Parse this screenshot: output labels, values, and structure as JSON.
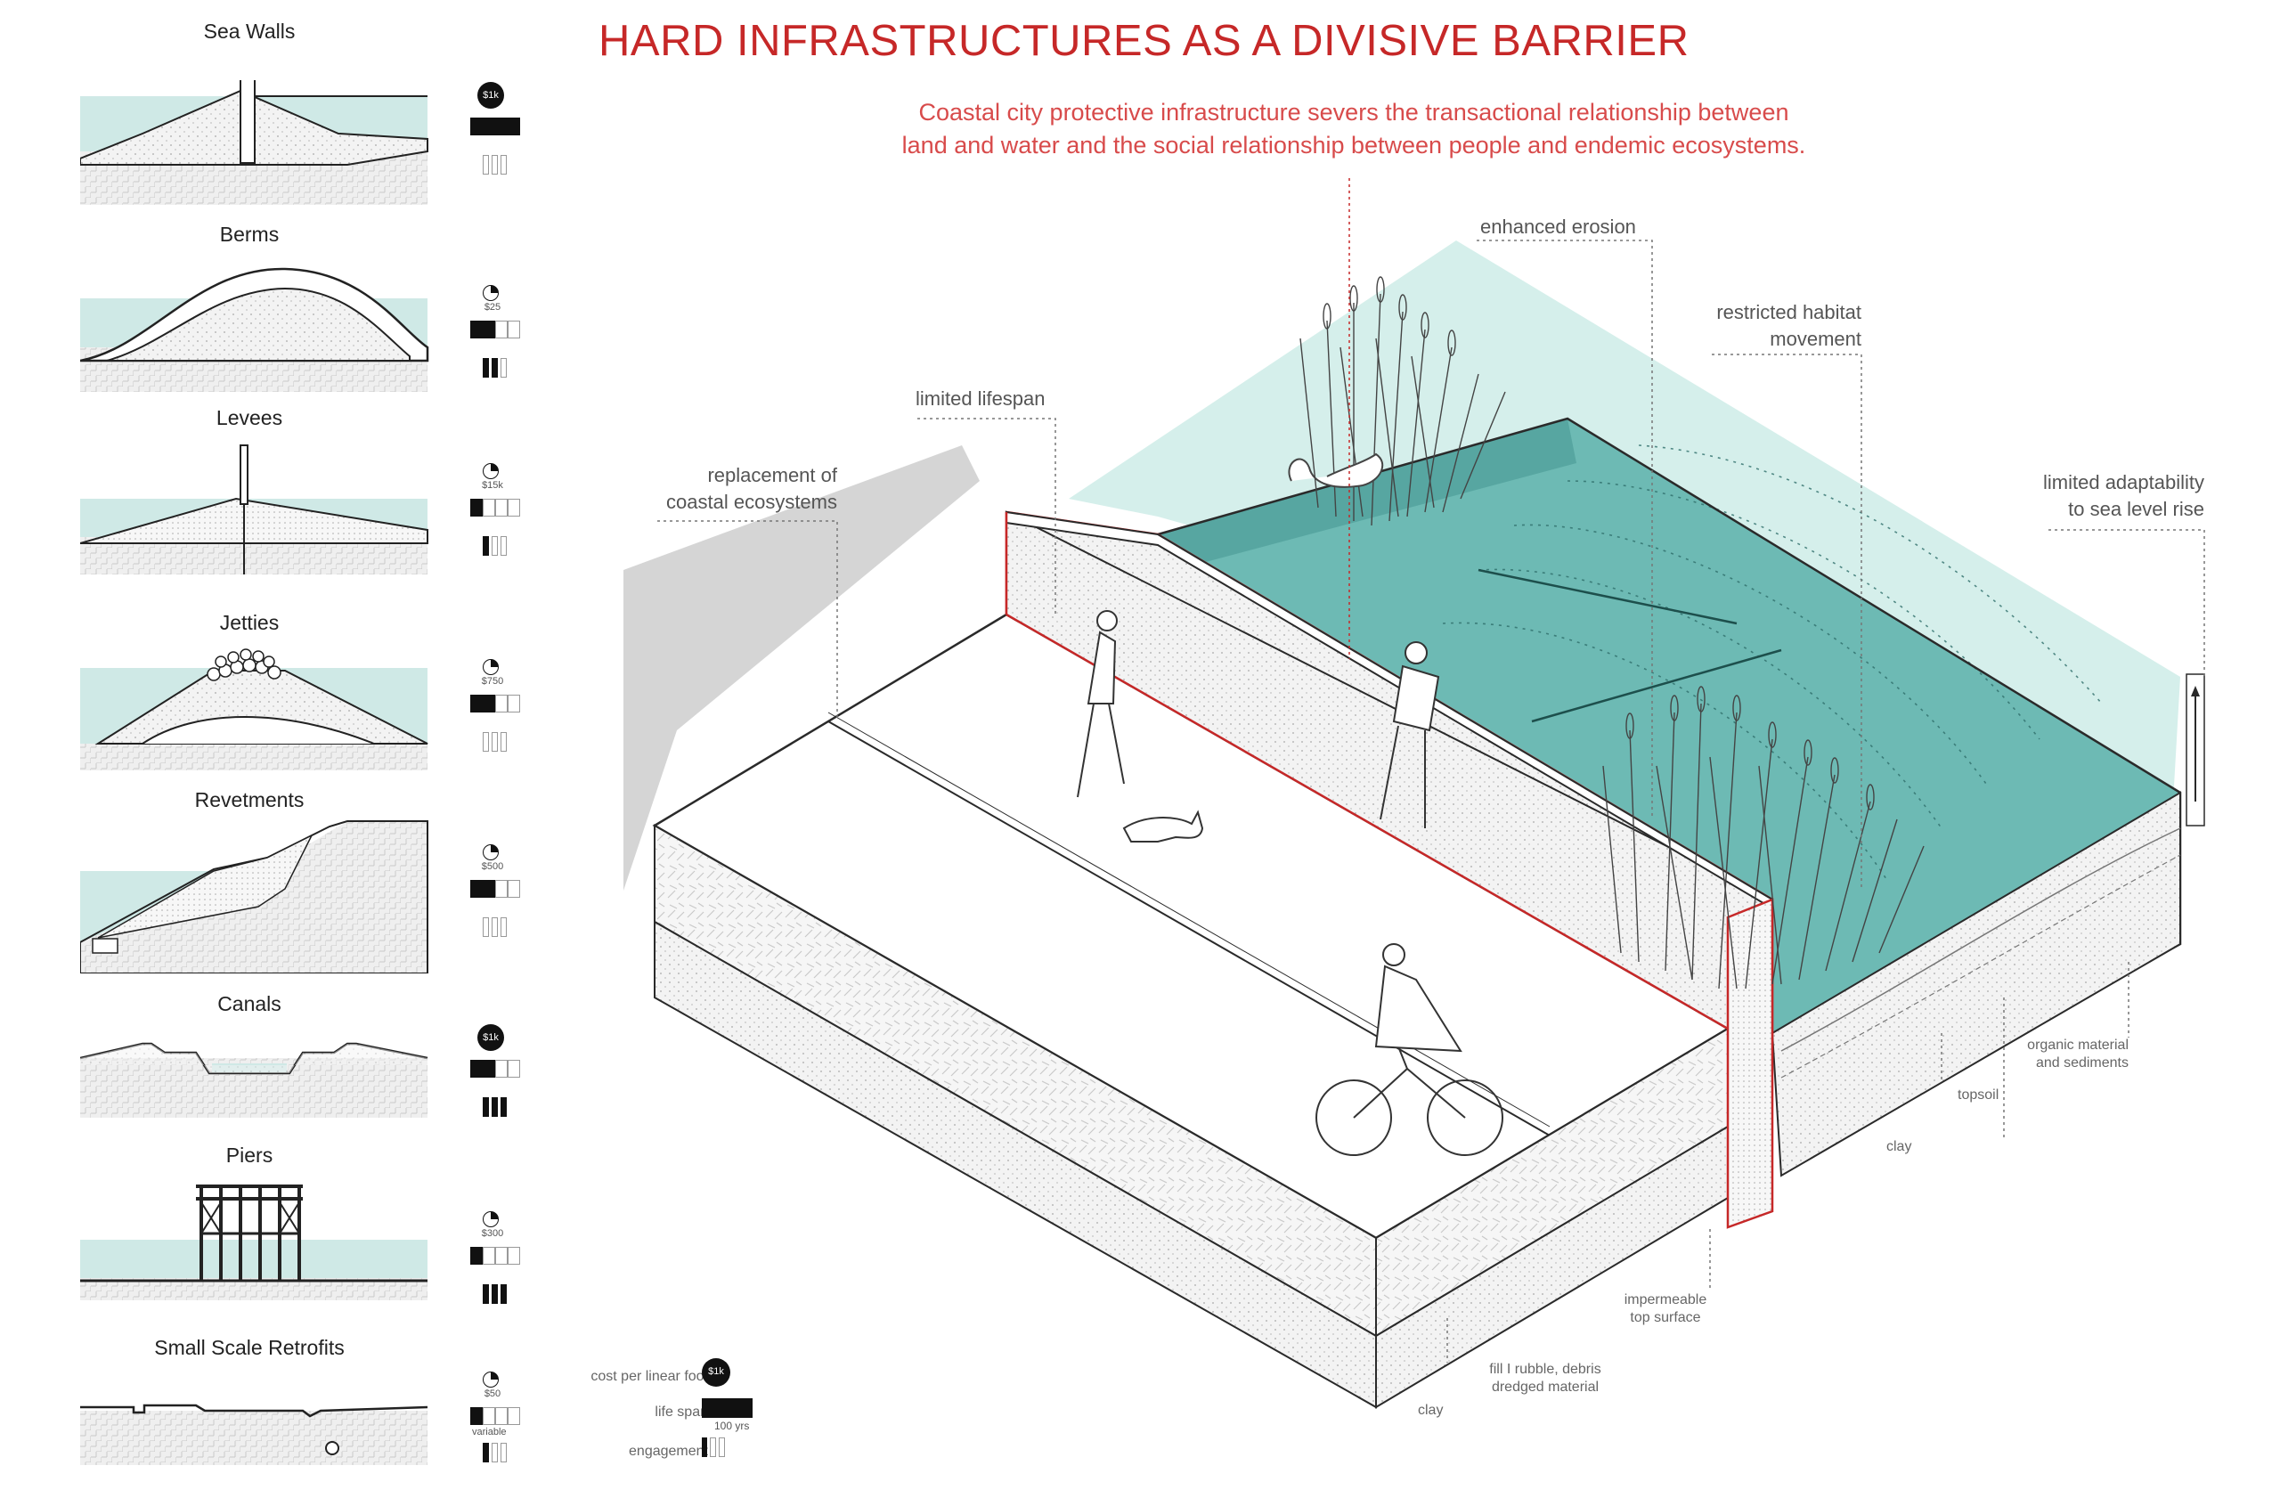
{
  "title": "HARD INFRASTRUCTURES AS A DIVISIVE BARRIER",
  "subtitle": [
    "Coastal city protective infrastructure severs the transactional relationship between",
    "land and water and the social relationship between people and endemic ecosystems."
  ],
  "colors": {
    "accent": "#c62828",
    "water": "#5fb3ad",
    "water_light": "#bfe3df",
    "line": "#2a2a2a"
  },
  "catalog": [
    {
      "name": "Sea Walls",
      "cost": "$1k",
      "cost_style": "badge",
      "lifespan": 4,
      "engagement": 0
    },
    {
      "name": "Berms",
      "cost": "$25",
      "cost_style": "pie",
      "lifespan": 2,
      "engagement": 2
    },
    {
      "name": "Levees",
      "cost": "$15k",
      "cost_style": "pie",
      "lifespan": 1,
      "engagement": 1
    },
    {
      "name": "Jetties",
      "cost": "$750",
      "cost_style": "pie",
      "lifespan": 2,
      "engagement": 0
    },
    {
      "name": "Revetments",
      "cost": "$500",
      "cost_style": "pie",
      "lifespan": 2,
      "engagement": 0
    },
    {
      "name": "Canals",
      "cost": "$1k",
      "cost_style": "badge",
      "lifespan": 2,
      "engagement": 3
    },
    {
      "name": "Piers",
      "cost": "$300",
      "cost_style": "pie",
      "lifespan": 1,
      "engagement": 3
    },
    {
      "name": "Small Scale Retrofits",
      "cost": "$50",
      "cost_style": "pie",
      "lifespan": 1,
      "engagement": 1,
      "note": "variable"
    }
  ],
  "legend": {
    "cost_label": "cost per linear foot",
    "cost_badge": "$1k",
    "lifespan_label": "life span",
    "lifespan_value": "100 yrs",
    "engagement_label": "engagement"
  },
  "annotations": {
    "enhanced_erosion": "enhanced erosion",
    "restricted_habitat": [
      "restricted habitat",
      "movement"
    ],
    "limited_lifespan": "limited lifespan",
    "replacement": [
      "replacement of",
      "coastal ecosystems"
    ],
    "limited_adaptability": [
      "limited adaptability",
      "to sea level rise"
    ]
  },
  "materials": {
    "organic": [
      "organic material",
      "and sediments"
    ],
    "topsoil": "topsoil",
    "clay_right": "clay",
    "impermeable": [
      "impermeable",
      "top surface"
    ],
    "fill": [
      "fill I rubble, debris",
      "dredged material"
    ],
    "clay_bottom": "clay"
  }
}
